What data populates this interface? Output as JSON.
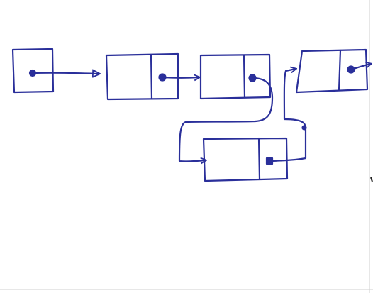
{
  "diagram": {
    "kind": "singly-linked-list-sketch",
    "ink_color": "#2a2f9a",
    "paper_color": "#ffffff",
    "head_pointer": {
      "label": ""
    },
    "nodes": [
      {
        "id": "node-1",
        "label": "",
        "has_pointer_dot": true
      },
      {
        "id": "node-2",
        "label": "",
        "has_pointer_dot": true
      },
      {
        "id": "node-3",
        "label": "",
        "has_pointer_dot": true
      },
      {
        "id": "node-4",
        "label": "",
        "has_pointer_dot": true
      }
    ],
    "links": [
      {
        "from": "head-pointer",
        "to": "node-1"
      },
      {
        "from": "node-1",
        "to": "node-2"
      },
      {
        "from": "node-2",
        "to": "node-4"
      },
      {
        "from": "node-4",
        "to": "node-3"
      },
      {
        "from": "node-3",
        "to": "off-page"
      }
    ]
  }
}
